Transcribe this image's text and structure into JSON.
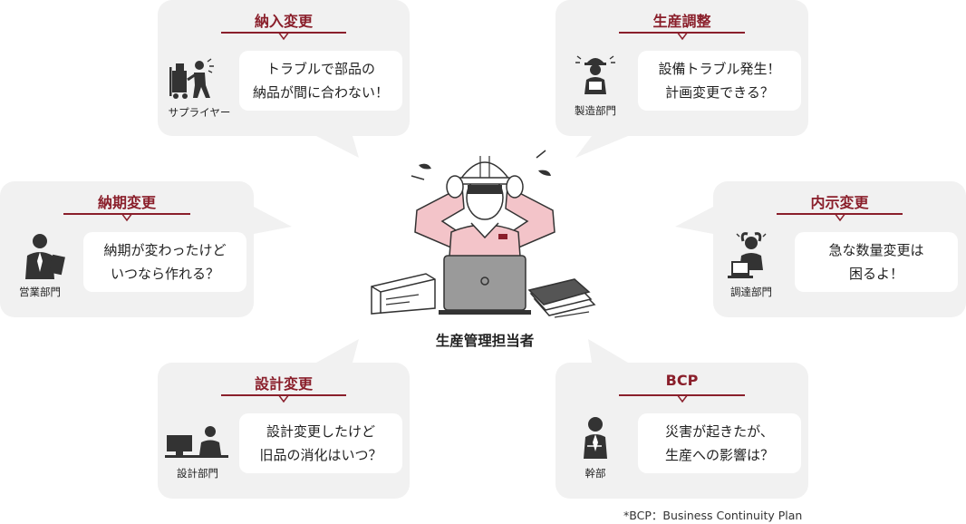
{
  "center": {
    "label": "生産管理担当者"
  },
  "cards": {
    "delivery_change": {
      "title": "納入変更",
      "actor": "サプライヤー",
      "lines": [
        "トラブルで部品の",
        "納品が間に合わない！"
      ]
    },
    "production_adjust": {
      "title": "生産調整",
      "actor": "製造部門",
      "lines": [
        "設備トラブル発生！",
        "計画変更できる？"
      ]
    },
    "due_date_change": {
      "title": "納期変更",
      "actor": "営業部門",
      "lines": [
        "納期が変わったけど",
        "いつなら作れる？"
      ]
    },
    "forecast_change": {
      "title": "内示変更",
      "actor": "調達部門",
      "lines": [
        "急な数量変更は",
        "困るよ！"
      ]
    },
    "design_change": {
      "title": "設計変更",
      "actor": "設計部門",
      "lines": [
        "設計変更したけど",
        "旧品の消化はいつ？"
      ]
    },
    "bcp": {
      "title": "BCP",
      "actor": "幹部",
      "lines": [
        "災害が起きたが、",
        "生産への影響は？"
      ]
    }
  },
  "footnote": "*BCP：Business Continuity Plan",
  "colors": {
    "accent": "#8a1f2b",
    "bubble": "#f1f1f1",
    "shirt": "#f3c4c9",
    "icon": "#333333"
  },
  "icons": {
    "supplier": "supplier-worker-icon",
    "manufacturing": "factory-worker-icon",
    "sales": "salesperson-icon",
    "procurement": "procurement-worker-icon",
    "design": "designer-at-desk-icon",
    "executive": "executive-icon",
    "center": "stressed-manager-icon"
  }
}
